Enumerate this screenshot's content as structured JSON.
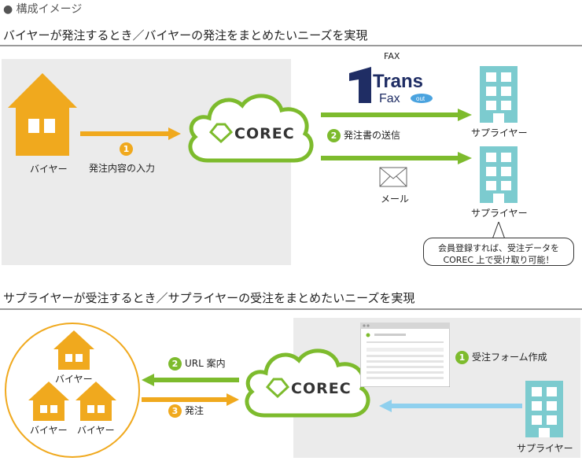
{
  "header": {
    "bullet_title": "● 構成イメージ"
  },
  "section1": {
    "title": "バイヤーが発注するとき／バイヤーの発注をまとめたいニーズを実現",
    "buyer_label": "バイヤー",
    "step1_num": "1",
    "step1_label": "発注内容の入力",
    "corec_logo": "COREC",
    "fax_label": "FAX",
    "transfax_top": "Trans",
    "transfax_bottom": "Fax",
    "transfax_badge": "out",
    "step2_num": "2",
    "step2_label": "発注書の送信",
    "mail_label": "メール",
    "supplier_top_label": "サプライヤー",
    "supplier_bottom_label": "サプライヤー",
    "bubble_line1": "会員登録すれば、受注データを",
    "bubble_line2": "COREC 上で受け取り可能！"
  },
  "section2": {
    "title": "サプライヤーが受注するとき／サプライヤーの受注をまとめたいニーズを実現",
    "buyer_top_label": "バイヤー",
    "buyer_left_label": "バイヤー",
    "buyer_right_label": "バイヤー",
    "step2_num": "2",
    "step2_label": "URL 案内",
    "step3_num": "3",
    "step3_label": "発注",
    "corec_logo": "COREC",
    "step1_num": "1",
    "step1_label": "受注フォーム作成",
    "supplier_label": "サプライヤー"
  },
  "colors": {
    "orange": "#f0a91e",
    "green": "#7dbb2d",
    "teal": "#7ccbcf",
    "light_blue": "#8fd0ee",
    "navy": "#1f2d64",
    "panel_gray": "#ebebeb"
  },
  "icons": {
    "house": "house-icon",
    "building": "building-icon",
    "cloud": "cloud-icon",
    "envelope": "envelope-icon",
    "screenshot": "form-screenshot-icon"
  }
}
